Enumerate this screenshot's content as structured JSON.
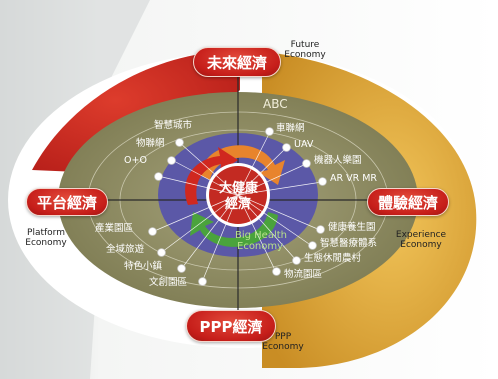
{
  "center": {
    "line1": "大健康",
    "line2": "經濟",
    "sub_en_1": "Big Health",
    "sub_en_2": "Economy"
  },
  "inner_ring_label": "ABC",
  "economies": {
    "future": {
      "zh": "未來經濟",
      "en1": "Future",
      "en2": "Economy"
    },
    "platform": {
      "zh": "平台經濟",
      "en1": "Platform",
      "en2": "Economy"
    },
    "experience": {
      "zh": "體驗經濟",
      "en1": "Experience",
      "en2": "Economy"
    },
    "ppp": {
      "zh": "PPP經濟",
      "en1": "PPP",
      "en2": "Economy"
    }
  },
  "items": {
    "top_left": [
      "智慧城市",
      "物聯網",
      "O+O"
    ],
    "top_right": [
      "車聯網",
      "UAV",
      "機器人樂園",
      "AR  VR  MR"
    ],
    "bottom_left": [
      "產業園區",
      "全域旅遊",
      "特色小鎮",
      "文創園區"
    ],
    "bottom_right": [
      "健康養生園",
      "智慧醫療體系",
      "生態休閒農村",
      "物流園區"
    ]
  },
  "colors": {
    "red": "#c8231e",
    "gold": "#e2a93a",
    "olive": "#8c8a5e",
    "blue": "#5a5aa8",
    "orange": "#e8842c",
    "green": "#4aa33c"
  }
}
